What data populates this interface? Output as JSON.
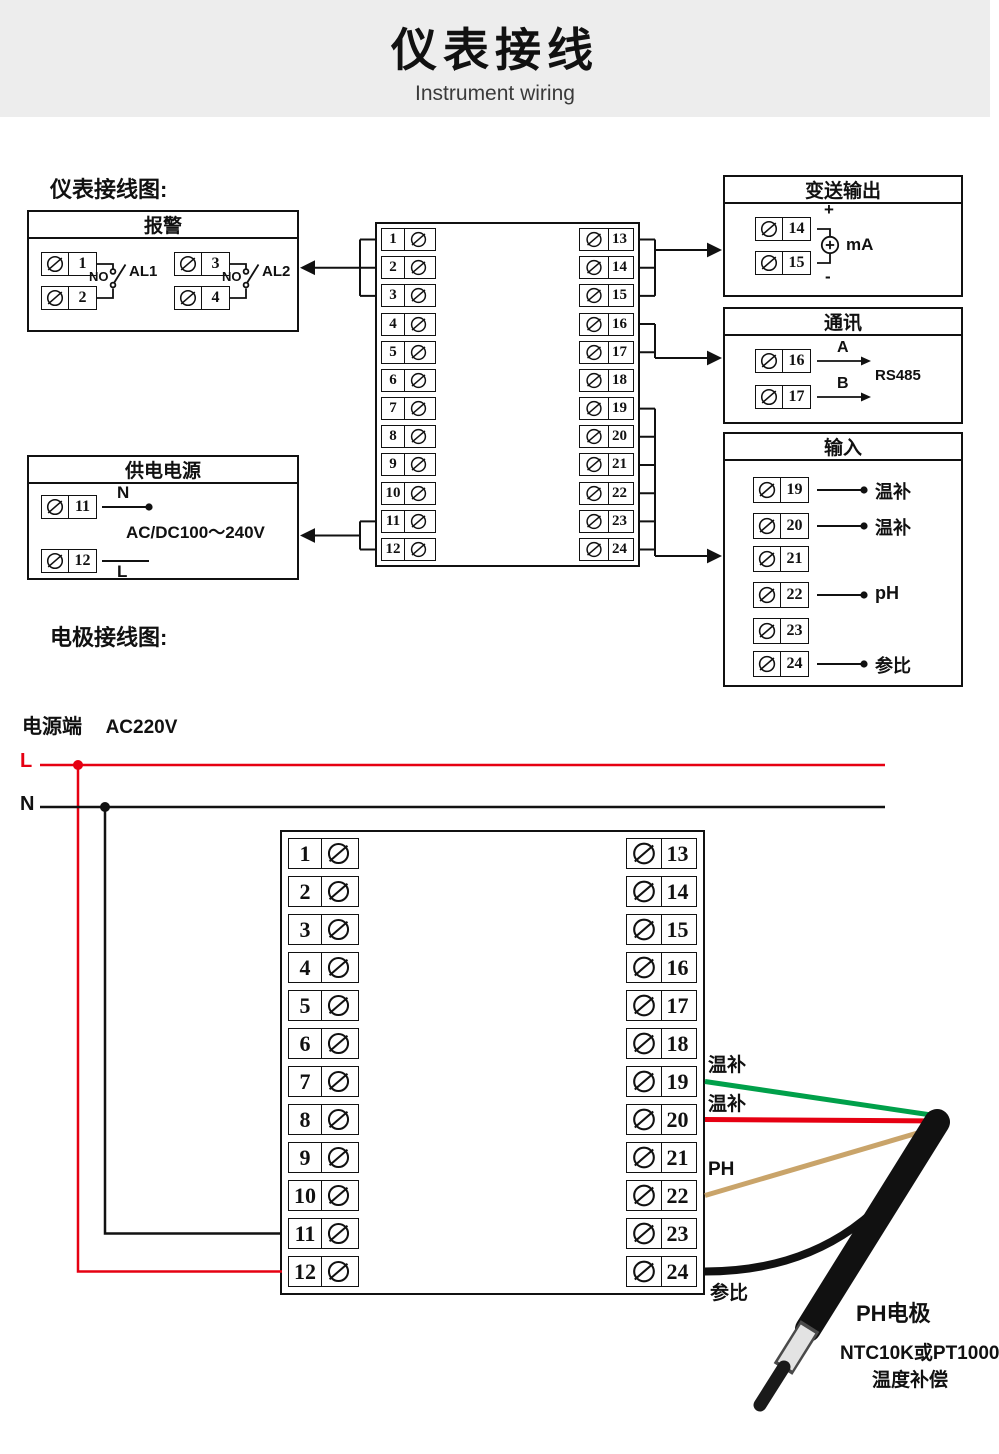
{
  "header": {
    "title": "仪表接线",
    "subtitle": "Instrument wiring"
  },
  "labels": {
    "instrument_diagram": "仪表接线图:",
    "electrode_diagram": "电极接线图:"
  },
  "alarm_box": {
    "title": "报警",
    "t1": "1",
    "t2": "2",
    "t3": "3",
    "t4": "4",
    "no1": "NO",
    "no2": "NO",
    "al1": "AL1",
    "al2": "AL2"
  },
  "power_box": {
    "title": "供电电源",
    "t11": "11",
    "t12": "12",
    "n": "N",
    "l": "L",
    "voltage": "AC/DC100～240V"
  },
  "output_box": {
    "title": "变送输出",
    "t14": "14",
    "t15": "15",
    "plus": "+",
    "minus": "-",
    "unit": "mA"
  },
  "comm_box": {
    "title": "通讯",
    "t16": "16",
    "t17": "17",
    "a": "A",
    "b": "B",
    "protocol": "RS485"
  },
  "input_box": {
    "title": "输入",
    "terminals": [
      {
        "num": "19",
        "label": "温补"
      },
      {
        "num": "20",
        "label": "温补"
      },
      {
        "num": "21",
        "label": ""
      },
      {
        "num": "22",
        "label": "pH"
      },
      {
        "num": "23",
        "label": ""
      },
      {
        "num": "24",
        "label": "参比"
      }
    ]
  },
  "center_block": {
    "left": [
      "1",
      "2",
      "3",
      "4",
      "5",
      "6",
      "7",
      "8",
      "9",
      "10",
      "11",
      "12"
    ],
    "right": [
      "13",
      "14",
      "15",
      "16",
      "17",
      "18",
      "19",
      "20",
      "21",
      "22",
      "23",
      "24"
    ]
  },
  "lower_block": {
    "left": [
      "1",
      "2",
      "3",
      "4",
      "5",
      "6",
      "7",
      "8",
      "9",
      "10",
      "11",
      "12"
    ],
    "right": [
      "13",
      "14",
      "15",
      "16",
      "17",
      "18",
      "19",
      "20",
      "21",
      "22",
      "23",
      "24"
    ]
  },
  "power_rail": {
    "label": "电源端",
    "voltage": "AC220V",
    "live": "L",
    "neutral": "N"
  },
  "electrode": {
    "wires": [
      {
        "terminal": "19",
        "label": "温补",
        "color": "#00a04a"
      },
      {
        "terminal": "20",
        "label": "温补",
        "color": "#e60012"
      },
      {
        "terminal": "22",
        "label": "PH",
        "color": "#c9a46a"
      },
      {
        "terminal": "24",
        "label": "参比",
        "color": "#111111"
      }
    ],
    "name": "PH电极",
    "sensor_type": "NTC10K或PT1000",
    "compensation": "温度补偿"
  },
  "colors": {
    "live_wire": "#e60012",
    "neutral_wire": "#111111",
    "header_bg": "#ededed"
  }
}
